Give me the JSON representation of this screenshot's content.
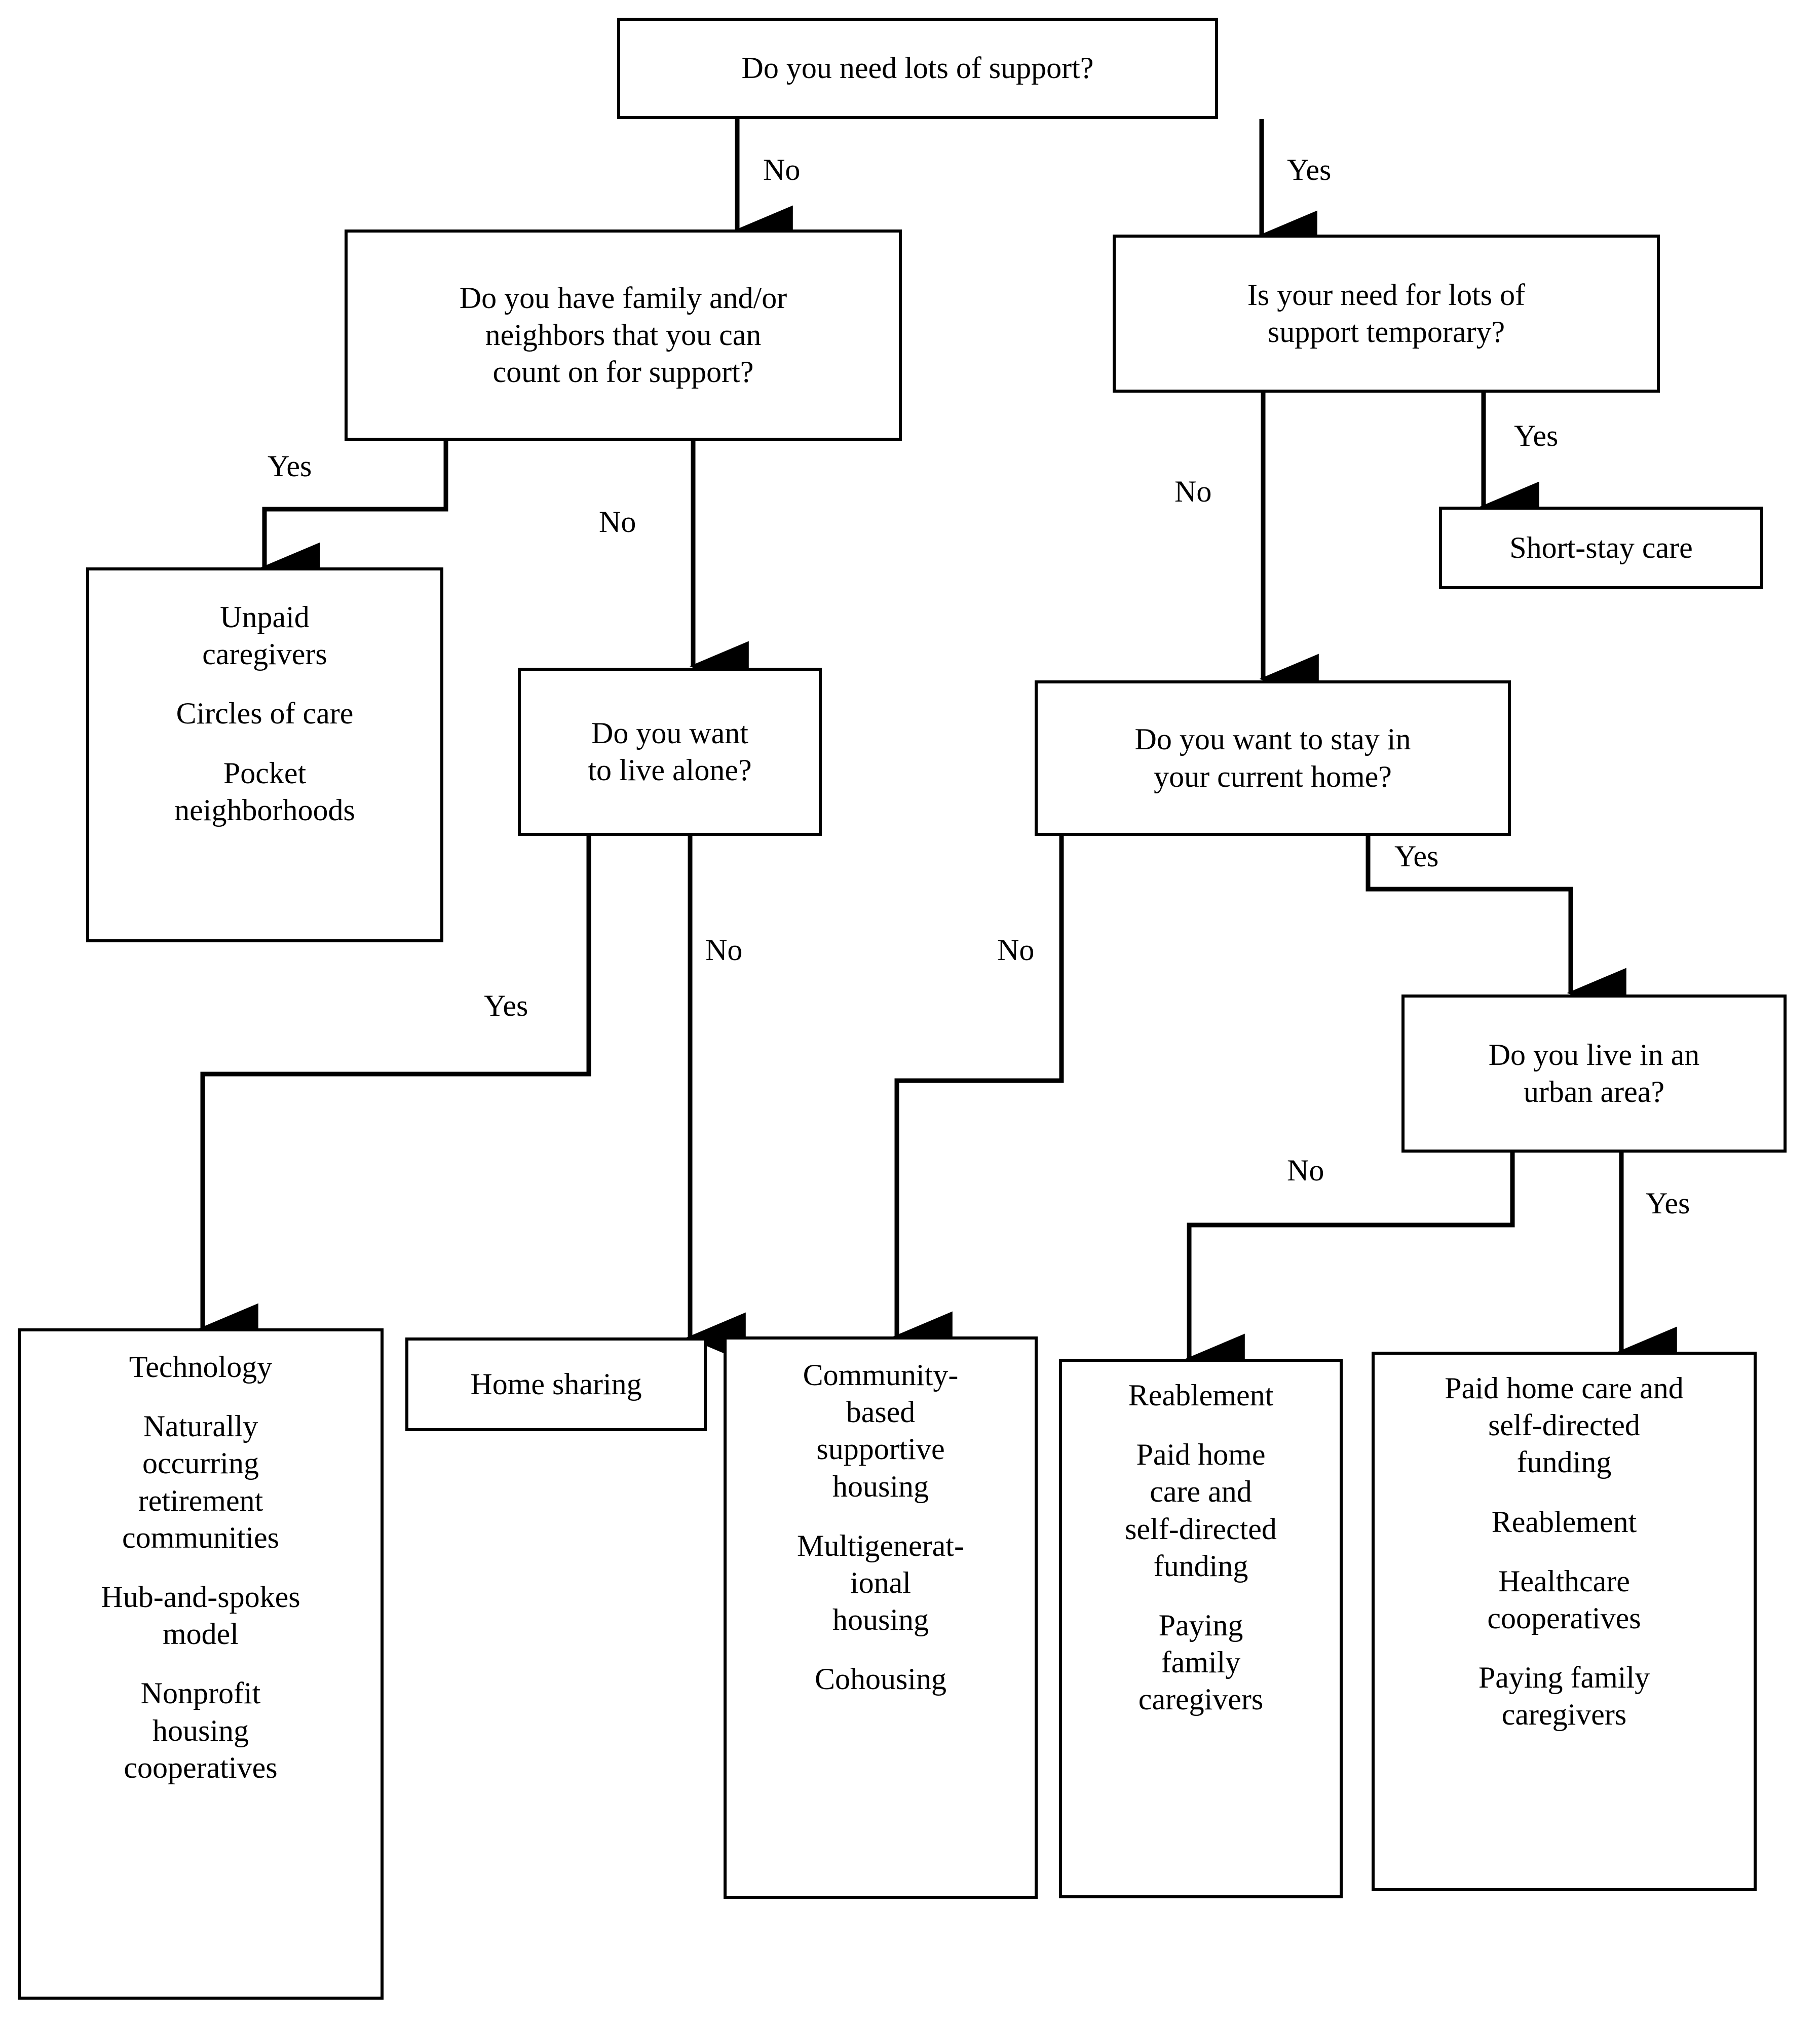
{
  "chart_data": {
    "type": "diagram",
    "title": "Decision tree for choosing aging-in-place support options",
    "nodes": [
      {
        "id": "q_support",
        "kind": "decision",
        "lines": [
          "Do you need lots of support?"
        ]
      },
      {
        "id": "q_family",
        "kind": "decision",
        "lines": [
          "Do you have family and/or",
          "neighbors that you can",
          "count on for support?"
        ]
      },
      {
        "id": "q_temporary",
        "kind": "decision",
        "lines": [
          "Is your need for lots of",
          "support temporary?"
        ]
      },
      {
        "id": "r_shortstay",
        "kind": "outcome",
        "paragraphs": [
          [
            "Short-stay care"
          ]
        ]
      },
      {
        "id": "r_unpaid",
        "kind": "outcome",
        "paragraphs": [
          [
            "Unpaid",
            "caregivers"
          ],
          [
            "Circles of care"
          ],
          [
            "Pocket",
            "neighborhoods"
          ]
        ]
      },
      {
        "id": "q_alone",
        "kind": "decision",
        "lines": [
          "Do you want",
          "to live alone?"
        ]
      },
      {
        "id": "q_stayhome",
        "kind": "decision",
        "lines": [
          "Do you want to stay in",
          "your current home?"
        ]
      },
      {
        "id": "q_urban",
        "kind": "decision",
        "lines": [
          "Do you live in an",
          "urban area?"
        ]
      },
      {
        "id": "r_technology",
        "kind": "outcome",
        "paragraphs": [
          [
            "Technology"
          ],
          [
            "Naturally",
            "occurring",
            "retirement",
            "communities"
          ],
          [
            "Hub-and-spokes",
            "model"
          ],
          [
            "Nonprofit",
            "housing",
            "cooperatives"
          ]
        ]
      },
      {
        "id": "r_homesharing",
        "kind": "outcome",
        "paragraphs": [
          [
            "Home sharing"
          ]
        ]
      },
      {
        "id": "r_community",
        "kind": "outcome",
        "paragraphs": [
          [
            "Community-",
            "based",
            "supportive",
            "housing"
          ],
          [
            "Multigenerat-",
            "ional",
            "housing"
          ],
          [
            "Cohousing"
          ]
        ]
      },
      {
        "id": "r_reablement",
        "kind": "outcome",
        "paragraphs": [
          [
            "Reablement"
          ],
          [
            "Paid home",
            "care and",
            "self-directed",
            "funding"
          ],
          [
            "Paying",
            "family",
            "caregivers"
          ]
        ]
      },
      {
        "id": "r_paidhome",
        "kind": "outcome",
        "paragraphs": [
          [
            "Paid home care and",
            "self-directed",
            "funding"
          ],
          [
            "Reablement"
          ],
          [
            "Healthcare",
            "cooperatives"
          ],
          [
            "Paying family",
            "caregivers"
          ]
        ]
      }
    ],
    "edges": [
      {
        "from": "q_support",
        "to": "q_family",
        "label": "No"
      },
      {
        "from": "q_support",
        "to": "q_temporary",
        "label": "Yes"
      },
      {
        "from": "q_family",
        "to": "r_unpaid",
        "label": "Yes"
      },
      {
        "from": "q_family",
        "to": "q_alone",
        "label": "No"
      },
      {
        "from": "q_temporary",
        "to": "r_shortstay",
        "label": "Yes"
      },
      {
        "from": "q_temporary",
        "to": "q_stayhome",
        "label": "No"
      },
      {
        "from": "q_alone",
        "to": "r_technology",
        "label": "Yes"
      },
      {
        "from": "q_alone",
        "to": "r_homesharing",
        "label": "No"
      },
      {
        "from": "q_stayhome",
        "to": "r_community",
        "label": "No"
      },
      {
        "from": "q_stayhome",
        "to": "q_urban",
        "label": "Yes"
      },
      {
        "from": "q_urban",
        "to": "r_reablement",
        "label": "No"
      },
      {
        "from": "q_urban",
        "to": "r_paidhome",
        "label": "Yes"
      }
    ]
  },
  "nodes": {
    "q_support": {
      "l1": "Do you need lots of support?"
    },
    "q_family": {
      "l1": "Do you have family and/or",
      "l2": "neighbors that you can",
      "l3": "count on for support?"
    },
    "q_temporary": {
      "l1": "Is your need for lots of",
      "l2": "support temporary?"
    },
    "r_shortstay": {
      "l1": "Short-stay care"
    },
    "r_unpaid": {
      "p1l1": "Unpaid",
      "p1l2": "caregivers",
      "p2l1": "Circles of care",
      "p3l1": "Pocket",
      "p3l2": "neighborhoods"
    },
    "q_alone": {
      "l1": "Do you want",
      "l2": "to live alone?"
    },
    "q_stayhome": {
      "l1": "Do you want to stay in",
      "l2": "your current home?"
    },
    "q_urban": {
      "l1": "Do you live in an",
      "l2": "urban area?"
    },
    "r_technology": {
      "p1l1": "Technology",
      "p2l1": "Naturally",
      "p2l2": "occurring",
      "p2l3": "retirement",
      "p2l4": "communities",
      "p3l1": "Hub-and-spokes",
      "p3l2": "model",
      "p4l1": "Nonprofit",
      "p4l2": "housing",
      "p4l3": "cooperatives"
    },
    "r_homesharing": {
      "l1": "Home sharing"
    },
    "r_community": {
      "p1l1": "Community-",
      "p1l2": "based",
      "p1l3": "supportive",
      "p1l4": "housing",
      "p2l1": "Multigenerat-",
      "p2l2": "ional",
      "p2l3": "housing",
      "p3l1": "Cohousing"
    },
    "r_reablement": {
      "p1l1": "Reablement",
      "p2l1": "Paid home",
      "p2l2": "care and",
      "p2l3": "self-directed",
      "p2l4": "funding",
      "p3l1": "Paying",
      "p3l2": "family",
      "p3l3": "caregivers"
    },
    "r_paidhome": {
      "p1l1": "Paid home care and",
      "p1l2": "self-directed",
      "p1l3": "funding",
      "p2l1": "Reablement",
      "p3l1": "Healthcare",
      "p3l2": "cooperatives",
      "p4l1": "Paying family",
      "p4l2": "caregivers"
    }
  },
  "edge_labels": {
    "support_no": "No",
    "support_yes": "Yes",
    "family_yes": "Yes",
    "family_no": "No",
    "temporary_no": "No",
    "temporary_yes": "Yes",
    "alone_yes": "Yes",
    "alone_no": "No",
    "stayhome_no": "No",
    "stayhome_yes": "Yes",
    "urban_no": "No",
    "urban_yes": "Yes"
  },
  "colors": {
    "stroke": "#000000",
    "fill": "#ffffff",
    "text": "#000000"
  }
}
